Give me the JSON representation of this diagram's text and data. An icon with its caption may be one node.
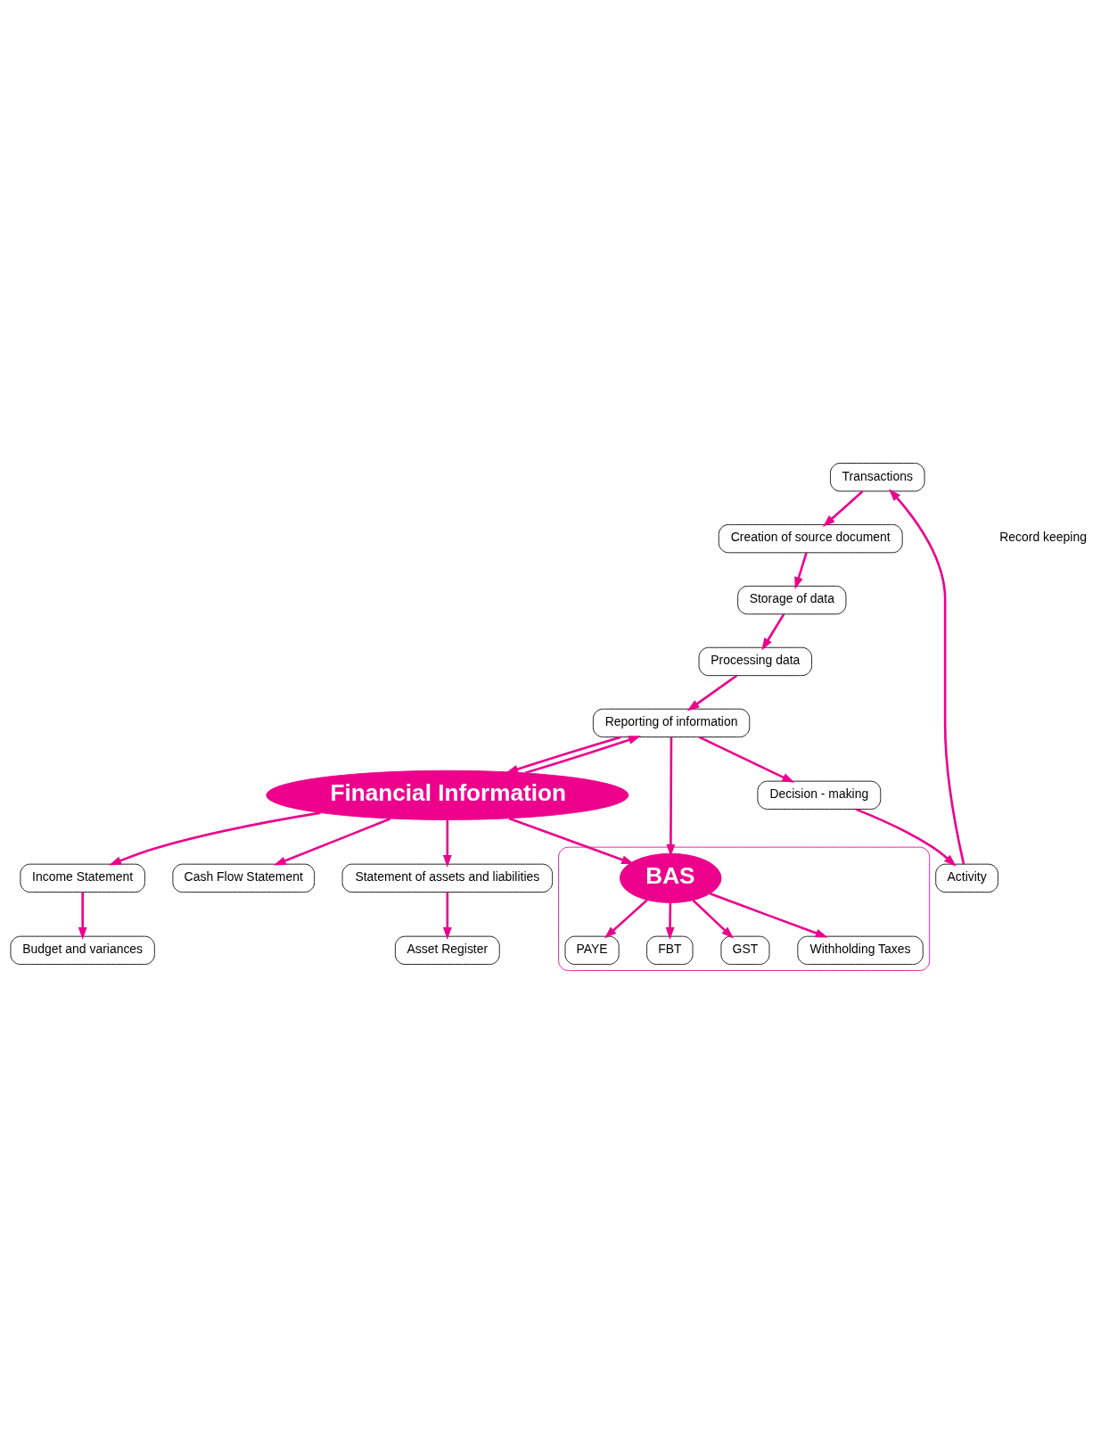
{
  "diagram": {
    "nodes": [
      {
        "text": [
          "Transactions"
        ]
      },
      {
        "text": [
          "Creation of source document"
        ]
      },
      {
        "text": [
          "Storage of data"
        ]
      },
      {
        "text": [
          "Processing data"
        ]
      },
      {
        "text": [
          "Activity"
        ]
      },
      {
        "text": [
          "Decision - making"
        ]
      },
      {
        "text": [
          "Reporting of information"
        ]
      },
      {
        "text": [
          "Financial Information"
        ]
      },
      {
        "text": [
          "Statement of assets and liabilities"
        ]
      },
      {
        "text": [
          "Asset Register"
        ]
      },
      {
        "text": [
          "Income Statement"
        ]
      },
      {
        "text": [
          "Budget and variances"
        ]
      },
      {
        "text": [
          "Cash Flow Statement"
        ]
      },
      {
        "text": [],
        "shape": "ellipse"
      },
      {
        "text": [
          "BAS"
        ],
        "in": 13
      },
      {
        "text": [
          "PAYE"
        ],
        "in": 13
      },
      {
        "text": [
          "FBT"
        ],
        "in": 13
      },
      {
        "text": [
          "GST"
        ],
        "in": 13
      },
      {
        "text": [
          "Withholding Taxes"
        ],
        "in": 13
      }
    ],
    "edges": [
      {
        "from": 4,
        "to": 0,
        "arrow": "to"
      },
      {
        "from": 0,
        "to": 1,
        "arrow": "to"
      },
      {
        "from": 1,
        "to": 2,
        "arrow": "to"
      },
      {
        "from": 2,
        "to": 3,
        "arrow": "to"
      },
      {
        "from": 3,
        "to": 6,
        "arrow": "to"
      },
      {
        "from": 6,
        "to": 7,
        "arrow": "to"
      },
      {
        "from": 7,
        "to": 6,
        "arrow": "to"
      },
      {
        "from": 6,
        "to": 5,
        "arrow": "to"
      },
      {
        "from": 5,
        "to": 4,
        "arrow": "to"
      },
      {
        "from": 7,
        "to": 8,
        "arrow": "to"
      },
      {
        "from": 8,
        "to": 9,
        "arrow": "to"
      },
      {
        "from": 7,
        "to": 10,
        "arrow": "to"
      },
      {
        "from": 10,
        "to": 11,
        "arrow": "to"
      },
      {
        "from": 7,
        "to": 12,
        "arrow": "to"
      },
      {
        "from": 6,
        "to": 14,
        "arrow": "to"
      },
      {
        "from": 7,
        "to": 14,
        "arrow": "to"
      },
      {
        "from": 14,
        "to": 15,
        "arrow": "to"
      },
      {
        "from": 14,
        "to": 16,
        "arrow": "to"
      },
      {
        "from": 14,
        "to": 17,
        "arrow": "to"
      },
      {
        "from": 14,
        "to": 18,
        "arrow": "to"
      }
    ],
    "labels": [
      "Record keeping"
    ]
  }
}
